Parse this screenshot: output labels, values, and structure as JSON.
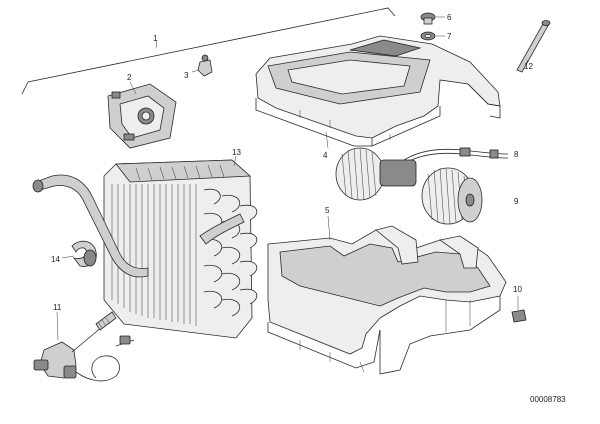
{
  "callouts": [
    "1",
    "2",
    "3",
    "6",
    "7",
    "12",
    "4",
    "8",
    "9",
    "13",
    "5",
    "14",
    "10",
    "11"
  ],
  "diagram_code": "00008783",
  "colors": {
    "line": "#2a2a2a",
    "background": "#ffffff"
  }
}
